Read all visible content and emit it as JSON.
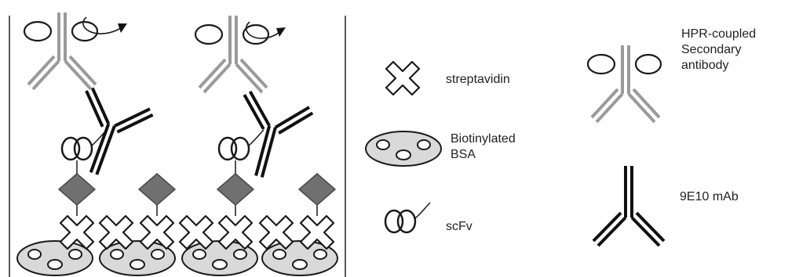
{
  "legend": {
    "streptavidin": {
      "label": "streptavidin"
    },
    "biotinylated_bsa": {
      "line1": "Biotinylated",
      "line2": "BSA"
    },
    "scfv": {
      "label": "scFv"
    },
    "secondary_antibody": {
      "line1": "HPR-coupled",
      "line2": "Secondary",
      "line3": "antibody"
    },
    "mab": {
      "label": "9E10 mAb"
    }
  },
  "colors": {
    "outline": "#1a1a1a",
    "grey_fill": "#d9d9d9",
    "diamond_fill": "#707070",
    "secondary_antibody_stroke": "#9a9a9a",
    "mab_stroke": "#111111"
  },
  "icons": {
    "streptavidin": "cross-icon",
    "biotinylated_bsa": "ellipse-with-circles-icon",
    "scfv": "coiled-loop-icon",
    "secondary_antibody": "grey-y-antibody-icon",
    "mab": "black-y-antibody-icon",
    "enzyme_signal": "curved-arrow-icon",
    "biotin_binding": "diamond-icon"
  }
}
